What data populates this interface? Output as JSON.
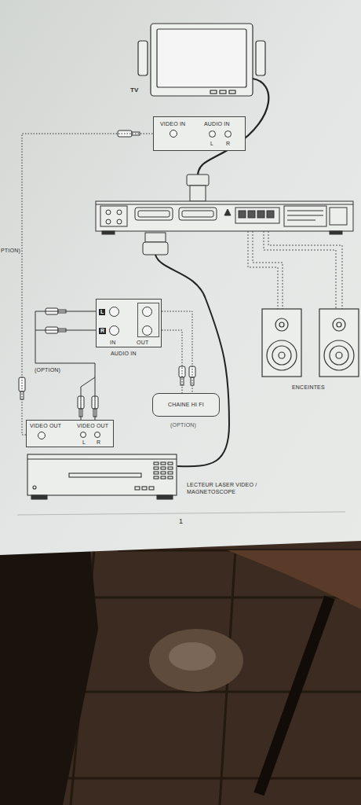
{
  "diagram": {
    "nodes": [
      {
        "text": [
          "VIDEO IN",
          "AUDIO IN",
          "L",
          "R"
        ]
      },
      {
        "text": [
          "L",
          "R",
          "IN",
          "OUT",
          "AUDIO IN"
        ]
      },
      {
        "text": [
          "CHAINE HI FI",
          "(OPTION)"
        ]
      },
      {
        "text": [
          "VIDEO OUT",
          "VIDEO OUT",
          "L",
          "R"
        ]
      }
    ],
    "edges": [
      {
        "from": 3,
        "to": 1,
        "arrow": "none"
      },
      {
        "from": 1,
        "to": 2,
        "arrow": "none"
      },
      {
        "from": 3,
        "to": 0,
        "arrow": "none"
      }
    ],
    "labels": [
      "TV",
      "PTION)",
      "(OPTION)",
      "ENCEINTES",
      "LECTEUR LASER VIDEO / MAGNETOSCOPE",
      "1"
    ]
  }
}
